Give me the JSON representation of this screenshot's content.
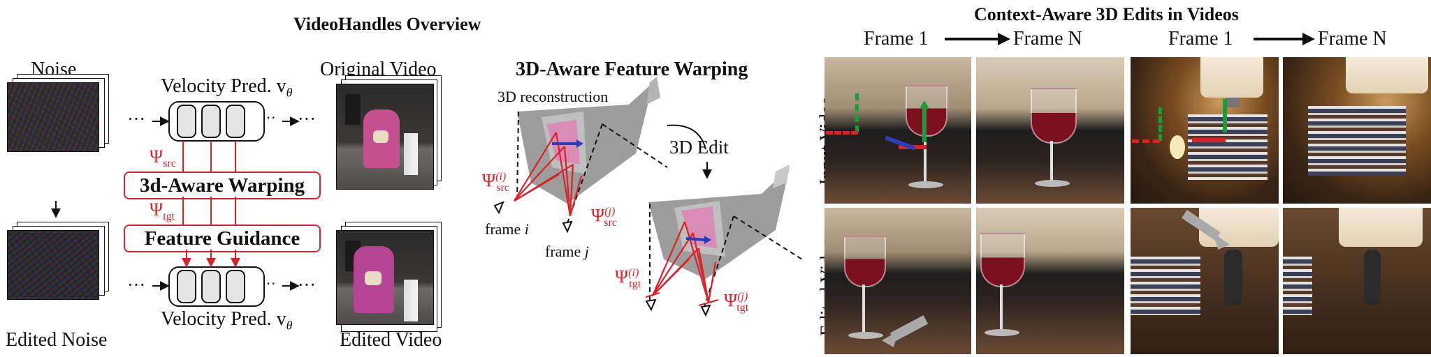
{
  "left": {
    "title": "VideoHandles Overview",
    "noise_label": "Noise",
    "edited_noise_label": "Edited Noise",
    "velocity_label_top": "Velocity Pred. v",
    "velocity_label_bottom": "Velocity Pred. v",
    "velocity_sub": "θ",
    "original_video_label": "Original Video",
    "edited_video_label": "Edited Video",
    "warping_box": "3d-Aware Warping",
    "guidance_box": "Feature Guidance",
    "psi_src": "Ψ",
    "psi_src_sub": "src",
    "psi_tgt": "Ψ",
    "psi_tgt_sub": "tgt",
    "ellipsis": "···"
  },
  "middle": {
    "title": "3D-Aware Feature Warping",
    "recon_label": "3D reconstruction",
    "edit_label": "3D Edit",
    "frame_i": "frame ",
    "frame_i_var": "i",
    "frame_j": "frame ",
    "frame_j_var": "j",
    "psi": "Ψ",
    "sub_src": "src",
    "sub_tgt": "tgt",
    "sup_i": "(i)",
    "sup_j": "(j)"
  },
  "right": {
    "title": "Context-Aware 3D Edits in Videos",
    "frame1_a": "Frame 1",
    "frameN_a": "Frame N",
    "frame1_b": "Frame 1",
    "frameN_b": "Frame N",
    "row_input": "Input Video",
    "row_edited": "Edited Video"
  },
  "colors": {
    "accent_red": "#d8232a",
    "arrow_green": "#1e9a3a",
    "arrow_blue": "#2a3fbf",
    "arrow_gray": "#a9a9a9"
  }
}
